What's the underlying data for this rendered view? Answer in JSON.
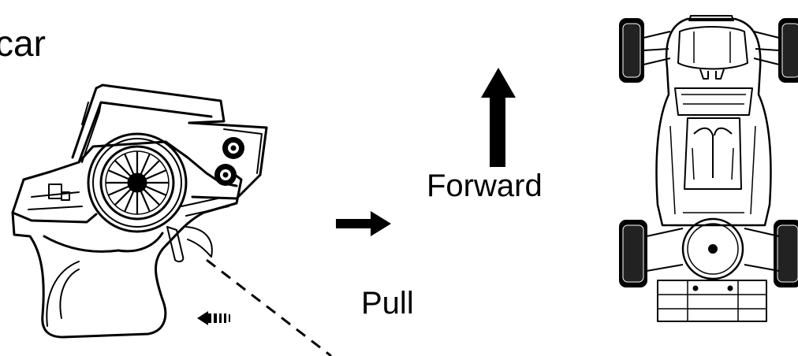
{
  "labels": {
    "car": "car",
    "forward": "Forward",
    "pull": "Pull"
  },
  "icons": {
    "transmitter": "rc-transmitter-illustration",
    "car": "rc-car-top-view",
    "forward_arrow": "up-arrow-icon",
    "right_arrow": "right-arrow-icon",
    "pull_arrow": "left-dashed-arrow-icon"
  },
  "colors": {
    "line": "#000000",
    "background": "#ffffff"
  }
}
